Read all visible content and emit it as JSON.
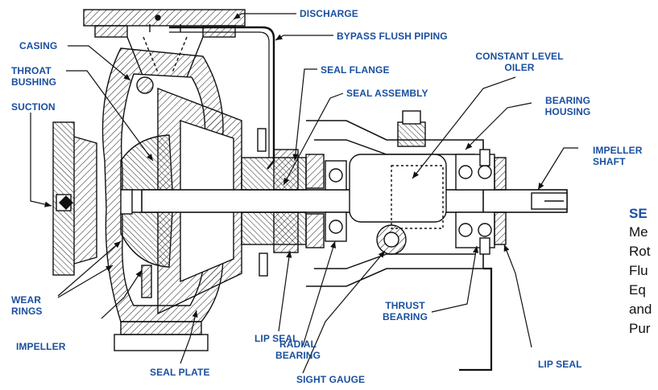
{
  "labels": {
    "discharge": "DISCHARGE",
    "bypass": "BYPASS FLUSH PIPING",
    "casing": "CASING",
    "throat": "THROAT",
    "bushing": "BUSHING",
    "suction": "SUCTION",
    "seal_flange": "SEAL FLANGE",
    "constant": "CONSTANT LEVEL",
    "oiler": "OILER",
    "seal_assembly": "SEAL ASSEMBLY",
    "bearing": "BEARING",
    "housing": "HOUSING",
    "impeller_top": "IMPELLER",
    "shaft": "SHAFT",
    "wear": "WEAR",
    "rings": "RINGS",
    "impeller": "IMPELLER",
    "lip_seal_left": "LIP SEAL",
    "radial": "RADIAL",
    "radial_bearing": "BEARING",
    "thrust": "THRUST",
    "thrust_bearing": "BEARING",
    "lip_seal_right": "LIP SEAL",
    "seal_plate": "SEAL PLATE",
    "sight_gauge": "SIGHT GAUGE"
  },
  "side_text": {
    "heading": "SE",
    "lines": [
      "Me",
      "Rot",
      "Flu",
      "Eq",
      "and",
      "Pur"
    ]
  },
  "colors": {
    "label": "#1a4fa0",
    "drawing": "#111111",
    "background": "#ffffff"
  }
}
